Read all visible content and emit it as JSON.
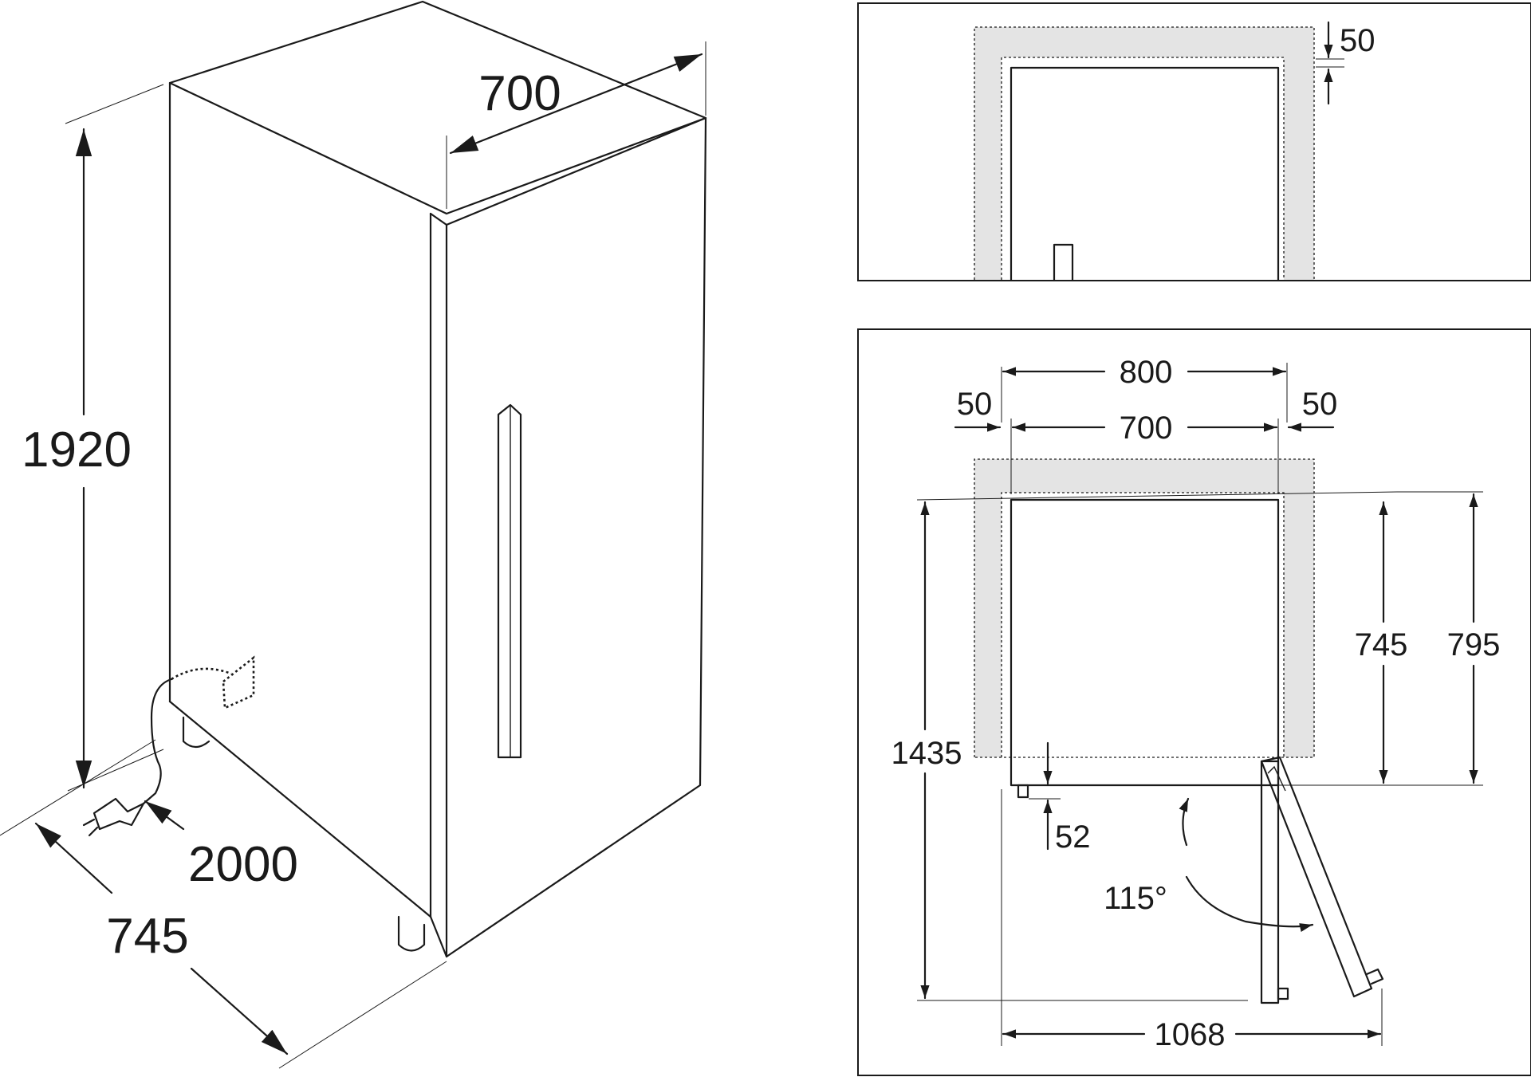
{
  "iso_view": {
    "height": "1920",
    "width": "700",
    "depth": "745",
    "cable_length": "2000"
  },
  "top_clearance": {
    "clearance": "50"
  },
  "plan_view": {
    "niche_width": "800",
    "width": "700",
    "side_clearance_left": "50",
    "side_clearance_right": "50",
    "depth": "745",
    "depth_with_clearance": "795",
    "depth_door_open": "1435",
    "foot_offset": "52",
    "door_angle": "115°",
    "width_door_open": "1068"
  },
  "colors": {
    "line": "#1a1a1a",
    "clearance_zone": "#e4e4e4",
    "background": "#ffffff"
  }
}
